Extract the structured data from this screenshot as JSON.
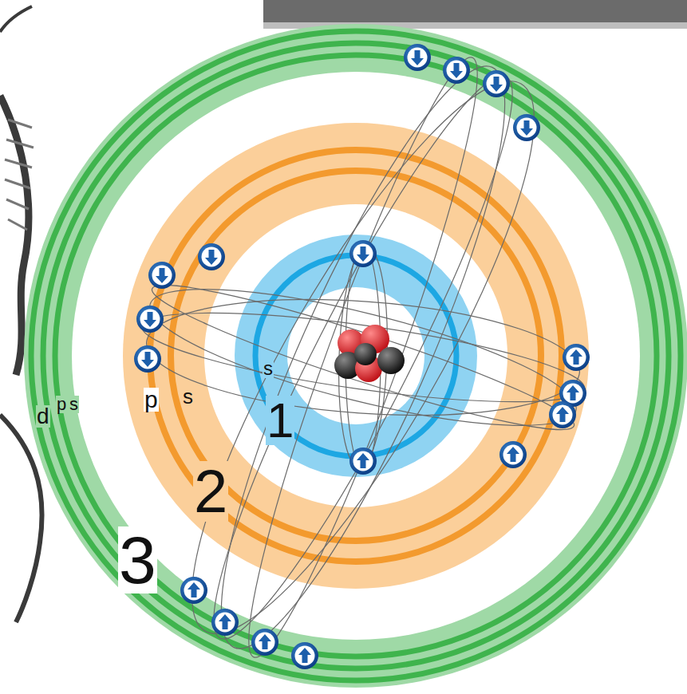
{
  "diagram": {
    "labels": [
      "s",
      "1",
      "p",
      "s",
      "2",
      "d",
      "p",
      "s",
      "3"
    ]
  }
}
